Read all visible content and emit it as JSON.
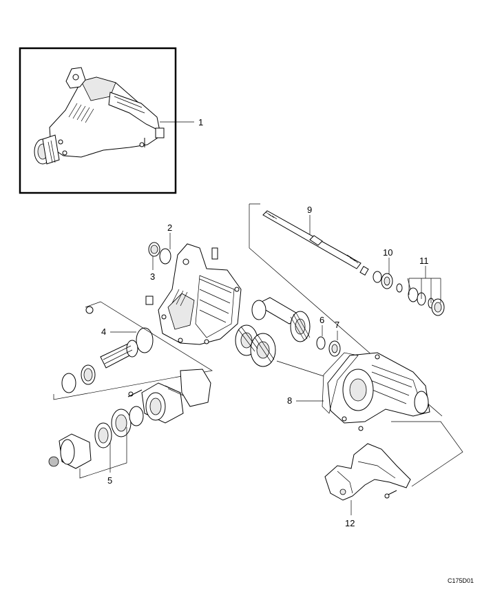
{
  "callouts": [
    {
      "id": "1",
      "label": "1"
    },
    {
      "id": "2",
      "label": "2"
    },
    {
      "id": "3",
      "label": "3"
    },
    {
      "id": "4",
      "label": "4"
    },
    {
      "id": "5",
      "label": "5"
    },
    {
      "id": "6",
      "label": "6"
    },
    {
      "id": "7",
      "label": "7"
    },
    {
      "id": "8",
      "label": "8"
    },
    {
      "id": "9",
      "label": "9"
    },
    {
      "id": "10",
      "label": "10"
    },
    {
      "id": "11",
      "label": "11"
    },
    {
      "id": "12",
      "label": "12"
    }
  ],
  "figure_code": "C175D01"
}
